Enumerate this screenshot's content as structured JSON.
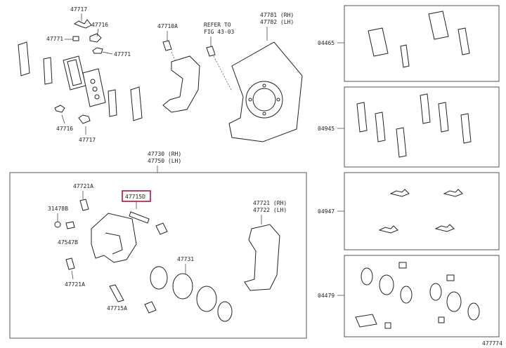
{
  "labels": {
    "p47717_top": "47717",
    "p47716_top": "47716",
    "p47771_left": "47771",
    "p47771_right": "47771",
    "p47716_bot": "47716",
    "p47717_bot": "47717",
    "p47710A": "47710A",
    "refer_line1": "REFER TO",
    "refer_line2": "FIG 43-03",
    "p47781": "47781 (RH)",
    "p47782": "47782 (LH)",
    "p47730": "47730 (RH)",
    "p47750": "47750 (LH)",
    "p47721A_top": "47721A",
    "p47715D": "47715D",
    "p31478B": "31478B",
    "p47547B": "47547B",
    "p47721A_bot": "47721A",
    "p47715A": "47715A",
    "p47731": "47731",
    "p47721": "47721 (RH)",
    "p47722": "47722 (LH)",
    "kit04465": "04465",
    "kit04945": "04945",
    "kit04947": "04947",
    "kit04479": "04479",
    "figure_id": "477774"
  },
  "highlight": {
    "part": "47715D",
    "color": "#b0123a"
  }
}
